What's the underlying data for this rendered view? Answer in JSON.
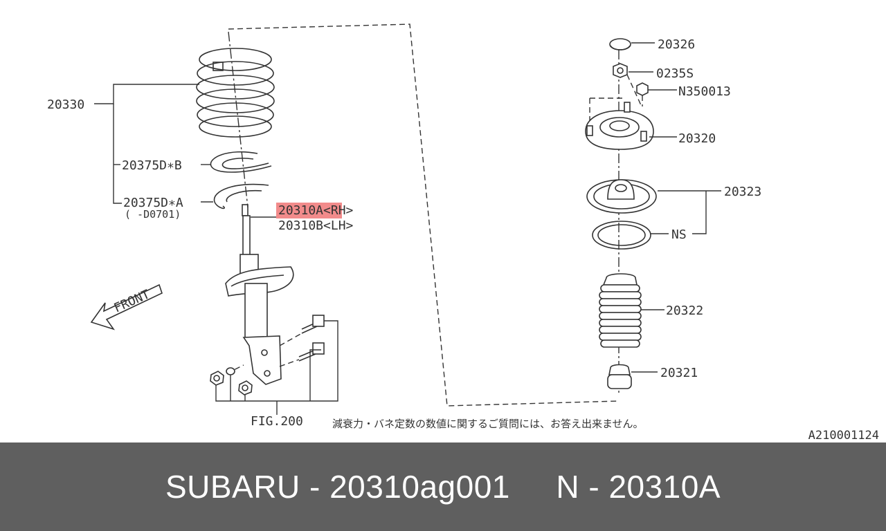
{
  "diagram": {
    "labels": {
      "spring": "20330",
      "seat_b": "20375D∗B",
      "seat_a": "20375D∗A",
      "seat_a_note": "( -D0701)",
      "strut_rh": "20310A<RH>",
      "strut_rh_part": "20310A",
      "strut_rh_side": "<RH>",
      "strut_lh": "20310B<LH>",
      "cap": "20326",
      "nut": "0235S",
      "bolt": "N350013",
      "mount": "20320",
      "seat_top": "20323",
      "ns": "NS",
      "boot": "20322",
      "bumper": "20321",
      "fig": "FIG.200",
      "front": "FRONT"
    },
    "note_jp": "減衰力・バネ定数の数値に関するご質問には、お答え出来ません。",
    "code": "A210001124",
    "highlight_color": "#f28b8b"
  },
  "footer": {
    "brand": "SUBARU",
    "sep1": " - ",
    "part_number": "20310ag001",
    "gap": "     ",
    "n_prefix": "N",
    "sep2": " - ",
    "n_code": "20310A"
  }
}
